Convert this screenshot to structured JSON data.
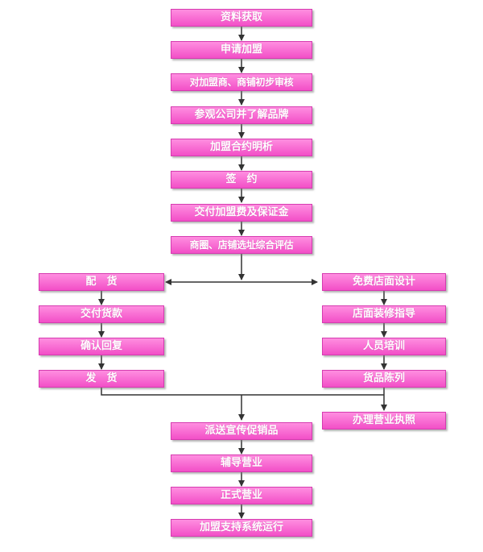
{
  "main_steps": [
    "资料获取",
    "申请加盟",
    "对加盟商、商铺初步审核",
    "参观公司并了解品牌",
    "加盟合约明析",
    "签　约",
    "交付加盟费及保证金",
    "商圈、店铺选址综合评估"
  ],
  "left_branch": [
    "配　货",
    "交付货款",
    "确认回复",
    "发　货"
  ],
  "right_branch": [
    "免费店面设计",
    "店面装修指导",
    "人员培训",
    "货品陈列",
    "办理营业执照"
  ],
  "final_steps": [
    "派送宣传促销品",
    "辅导营业",
    "正式营业",
    "加盟支持系统运行"
  ],
  "colors": {
    "box_top": "#ff8ee0",
    "box_bottom": "#f24fc7",
    "box_border": "#d63bb0",
    "text": "#ffffff",
    "line": "#333333"
  }
}
